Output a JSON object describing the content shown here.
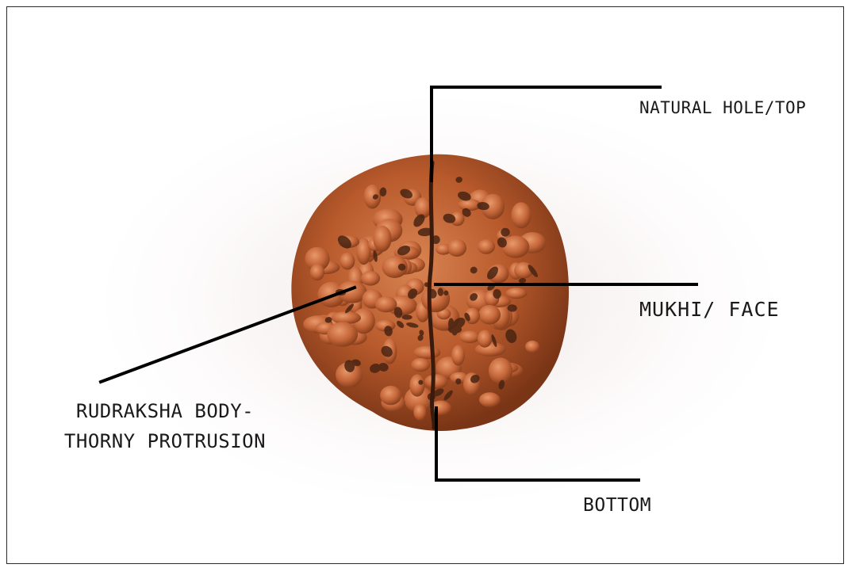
{
  "labels": {
    "natural_hole_top": "NATURAL HOLE/TOP",
    "mukhi_face": "MUKHI/ FACE",
    "body_line1": "RUDRAKSHA BODY-",
    "body_line2": "THORNY PROTRUSION",
    "bottom": "BOTTOM"
  },
  "colors": {
    "bead_base": "#b85a2c",
    "bead_highlight": "#d98452",
    "bead_groove": "#4a2412",
    "leader_line": "#000000"
  }
}
